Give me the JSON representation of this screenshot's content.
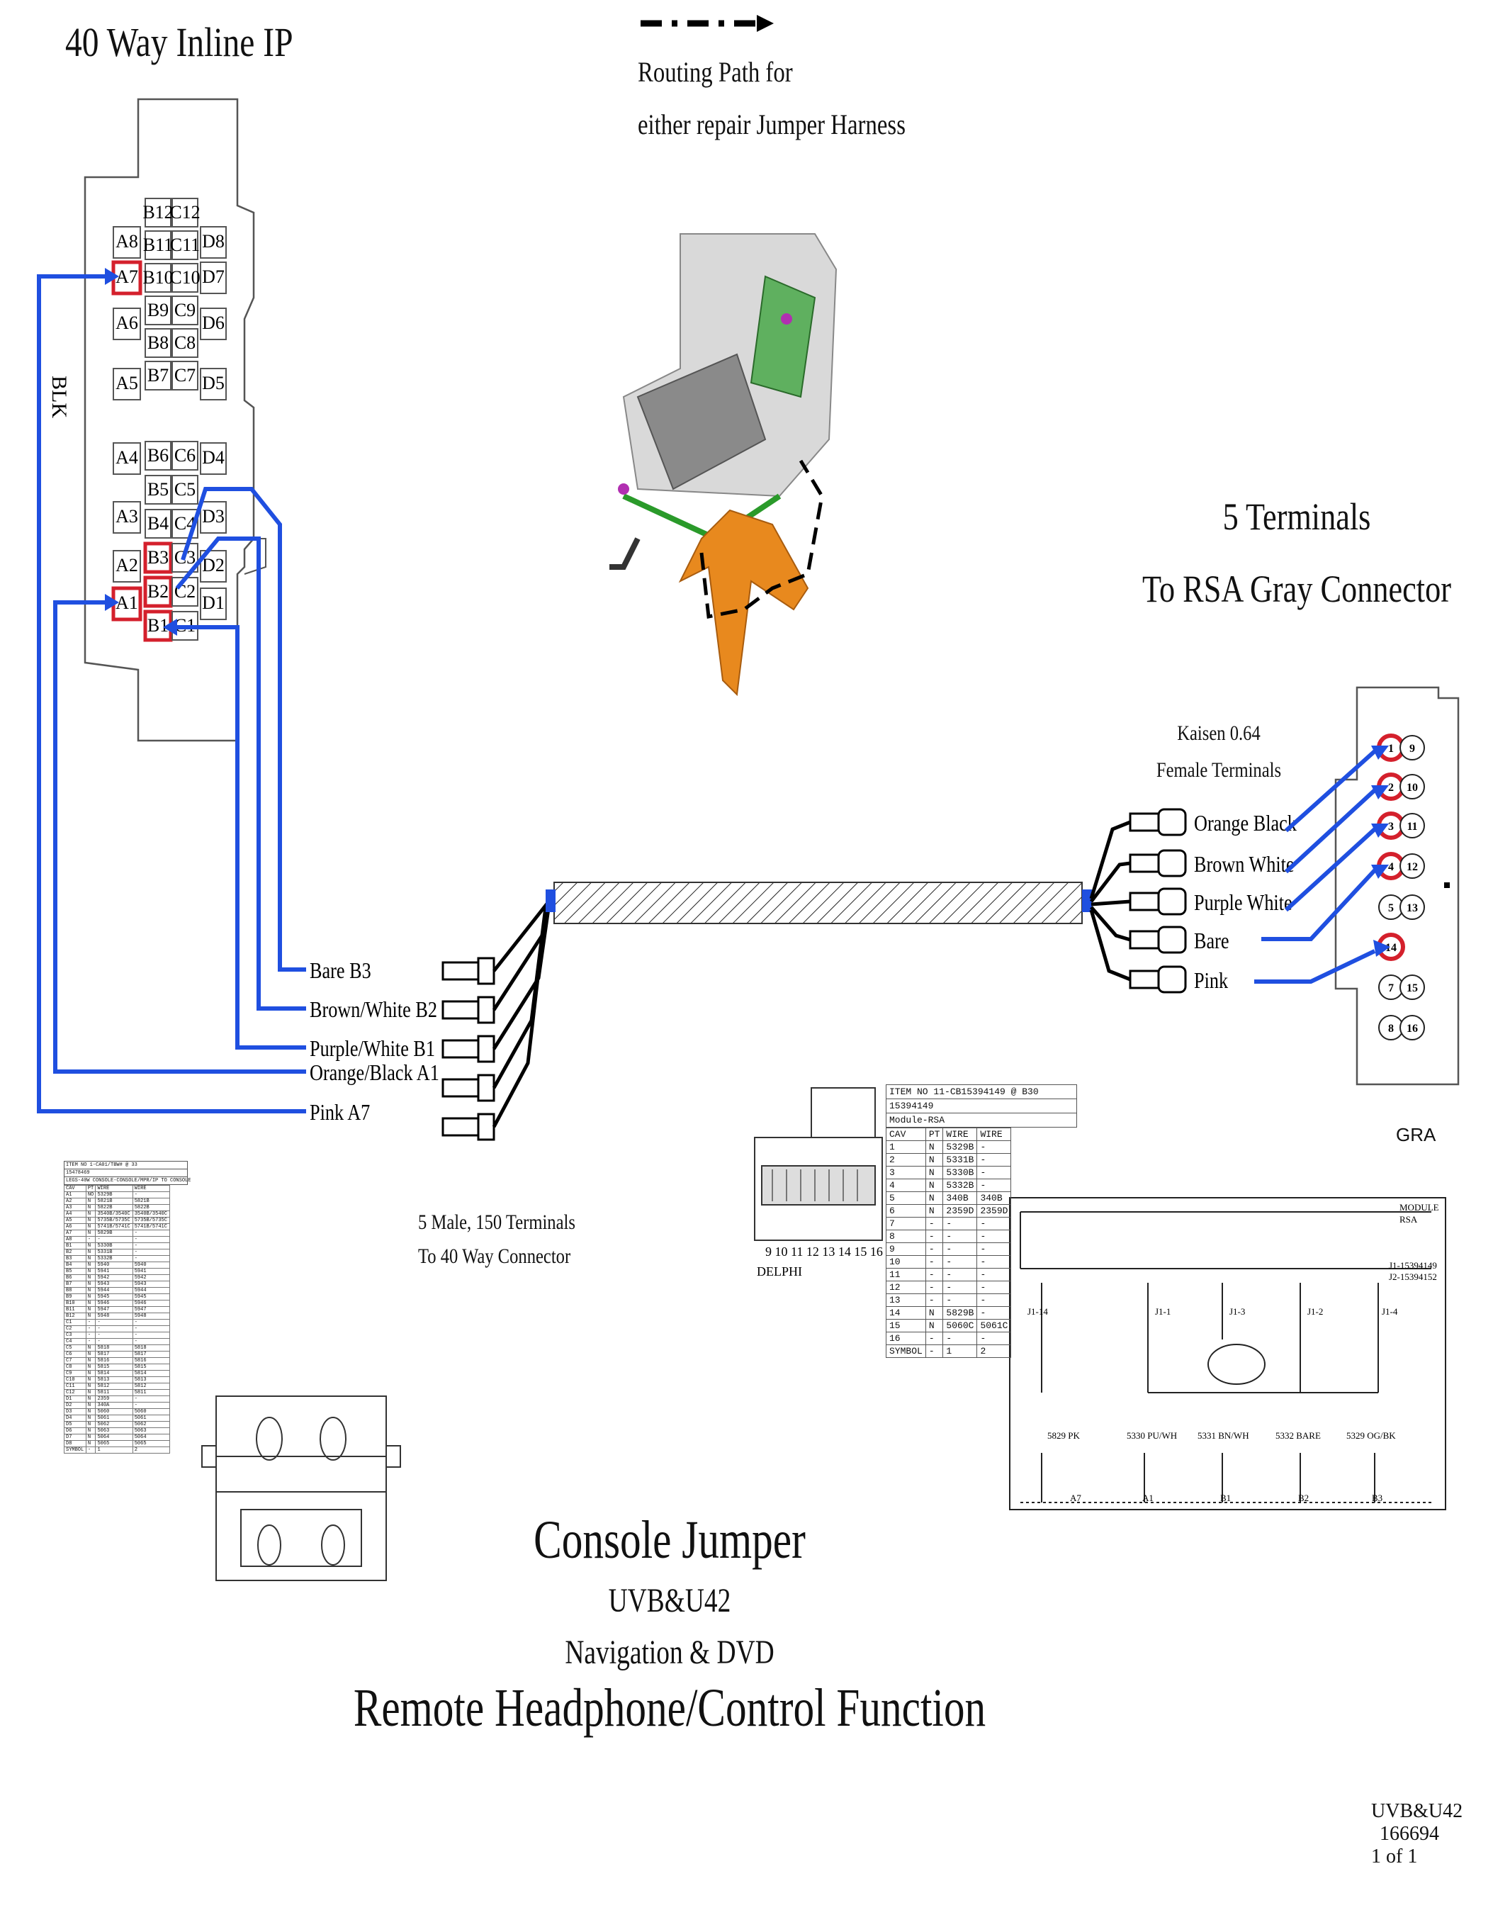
{
  "header": {
    "connector_title": "40 Way Inline IP",
    "legend_text_1": "Routing Path for",
    "legend_text_2": "either repair Jumper Harness"
  },
  "ip_connector": {
    "cavities_left": [
      "A8",
      "A7",
      "A6",
      "A5",
      "A4",
      "A3",
      "A2",
      "A1"
    ],
    "cavities_b": [
      "B12",
      "B11",
      "B10",
      "B9",
      "B8",
      "B7",
      "B6",
      "B5",
      "B4",
      "B3",
      "B2",
      "B1"
    ],
    "cavities_c": [
      "C12",
      "C11",
      "C10",
      "C9",
      "C8",
      "C7",
      "C6",
      "C5",
      "C4",
      "C3",
      "C2",
      "C1"
    ],
    "cavities_d": [
      "D8",
      "D7",
      "D6",
      "D5",
      "D4",
      "D3",
      "D2",
      "D1"
    ],
    "highlighted": [
      "A7",
      "A1",
      "B3",
      "B2",
      "B1"
    ],
    "side_label": "BLK"
  },
  "rsa_connector": {
    "title_1": "5 Terminals",
    "title_2": "To RSA Gray Connector",
    "terminal_note_1": "Kaisen 0.64",
    "terminal_note_2": "Female Terminals",
    "left_pins": [
      "1",
      "2",
      "3",
      "4",
      "5",
      "14",
      "7",
      "8"
    ],
    "right_pins": [
      "9",
      "10",
      "11",
      "12",
      "13",
      "15",
      "16"
    ],
    "highlighted": [
      "1",
      "2",
      "3",
      "4",
      "14"
    ],
    "color_label": "GRA"
  },
  "wires_left": [
    {
      "label": "Bare B3"
    },
    {
      "label": "Brown/White B2"
    },
    {
      "label": "Purple/White B1"
    },
    {
      "label": "Orange/Black A1"
    },
    {
      "label": "Pink A7"
    }
  ],
  "wires_right": [
    {
      "label": "Orange Black"
    },
    {
      "label": "Brown White"
    },
    {
      "label": "Purple White"
    },
    {
      "label": "Bare"
    },
    {
      "label": "Pink"
    }
  ],
  "male_note_1": "5 Male, 150 Terminals",
  "male_note_2": "To 40 Way Connector",
  "delphi": {
    "label": "DELPHI",
    "pin_numbers": "9 10 11 12 13 14 15 16"
  },
  "rsa_table": {
    "item": "ITEM NO 11-CB15394149 @ B30",
    "part": "15394149",
    "module": "Module-RSA",
    "headers": [
      "CAV",
      "PT",
      "WIRE",
      "WIRE"
    ],
    "rows": [
      [
        "1",
        "N",
        "5329B",
        "-"
      ],
      [
        "2",
        "N",
        "5331B",
        "-"
      ],
      [
        "3",
        "N",
        "5330B",
        "-"
      ],
      [
        "4",
        "N",
        "5332B",
        "-"
      ],
      [
        "5",
        "N",
        "340B",
        "340B"
      ],
      [
        "6",
        "N",
        "2359D",
        "2359D"
      ],
      [
        "7",
        "-",
        "-",
        "-"
      ],
      [
        "8",
        "-",
        "-",
        "-"
      ],
      [
        "9",
        "-",
        "-",
        "-"
      ],
      [
        "10",
        "-",
        "-",
        "-"
      ],
      [
        "11",
        "-",
        "-",
        "-"
      ],
      [
        "12",
        "-",
        "-",
        "-"
      ],
      [
        "13",
        "-",
        "-",
        "-"
      ],
      [
        "14",
        "N",
        "5829B",
        "-"
      ],
      [
        "15",
        "N",
        "5060C",
        "5061C"
      ],
      [
        "16",
        "-",
        "-",
        "-"
      ],
      [
        "SYMBOL",
        "-",
        "1",
        "2"
      ]
    ]
  },
  "schematic": {
    "module": "MODULE",
    "rsa": "RSA",
    "j1": "J1-15394149",
    "j2": "J2-15394152",
    "pins": [
      "J1-14",
      "J1-1",
      "J1-3",
      "J1-2",
      "J1-4"
    ],
    "wires": [
      "5829 PK",
      "5330 PU/WH",
      "5331 BN/WH",
      "5332 BARE",
      "5329 OG/BK"
    ],
    "bottom": [
      "A7",
      "A1",
      "B1",
      "B2",
      "B3"
    ]
  },
  "left_table": {
    "item": "ITEM NO 1-CA01/TBW# @ 33",
    "part": "15478469",
    "desc": "LEGS-40W CONSOLE-CONSOLE/MPR/IP TO CONSOLE",
    "headers": [
      "CAV",
      "PT",
      "WIRE",
      "WIRE"
    ],
    "rows": [
      [
        "A1",
        "NO",
        "5329B",
        "-"
      ],
      [
        "A2",
        "N",
        "5821B",
        "5821B"
      ],
      [
        "A3",
        "N",
        "5822B",
        "5822B"
      ],
      [
        "A4",
        "N",
        "3540B/3540C",
        "3540B/3540C"
      ],
      [
        "A5",
        "N",
        "5735B/5735C",
        "5735B/5735C"
      ],
      [
        "A6",
        "N",
        "5741B/5741C",
        "5741B/5741C"
      ],
      [
        "A7",
        "N",
        "5829B",
        "-"
      ],
      [
        "A8",
        "-",
        "-",
        "-"
      ],
      [
        "B1",
        "N",
        "5330B",
        "-"
      ],
      [
        "B2",
        "N",
        "5331B",
        "-"
      ],
      [
        "B3",
        "N",
        "5332B",
        "-"
      ],
      [
        "B4",
        "N",
        "5940",
        "5940"
      ],
      [
        "B5",
        "N",
        "5941",
        "5941"
      ],
      [
        "B6",
        "N",
        "5942",
        "5942"
      ],
      [
        "B7",
        "N",
        "5943",
        "5943"
      ],
      [
        "B8",
        "N",
        "5944",
        "5944"
      ],
      [
        "B9",
        "N",
        "5945",
        "5945"
      ],
      [
        "B10",
        "N",
        "5946",
        "5946"
      ],
      [
        "B11",
        "N",
        "5947",
        "5947"
      ],
      [
        "B12",
        "N",
        "5948",
        "5948"
      ],
      [
        "C1",
        "-",
        "-",
        "-"
      ],
      [
        "C2",
        "-",
        "-",
        "-"
      ],
      [
        "C3",
        "-",
        "-",
        "-"
      ],
      [
        "C4",
        "-",
        "-",
        "-"
      ],
      [
        "C5",
        "N",
        "5818",
        "5818"
      ],
      [
        "C6",
        "N",
        "5817",
        "5817"
      ],
      [
        "C7",
        "N",
        "5816",
        "5816"
      ],
      [
        "C8",
        "N",
        "5815",
        "5815"
      ],
      [
        "C9",
        "N",
        "5814",
        "5814"
      ],
      [
        "C10",
        "N",
        "5813",
        "5813"
      ],
      [
        "C11",
        "N",
        "5812",
        "5812"
      ],
      [
        "C12",
        "N",
        "5811",
        "5811"
      ],
      [
        "D1",
        "N",
        "2359",
        "-"
      ],
      [
        "D2",
        "N",
        "340A",
        "-"
      ],
      [
        "D3",
        "N",
        "5060",
        "5060"
      ],
      [
        "D4",
        "N",
        "5061",
        "5061"
      ],
      [
        "D5",
        "N",
        "5062",
        "5062"
      ],
      [
        "D6",
        "N",
        "5063",
        "5063"
      ],
      [
        "D7",
        "N",
        "5064",
        "5064"
      ],
      [
        "D8",
        "N",
        "5065",
        "5065"
      ],
      [
        "SYMBOL",
        "-",
        "1",
        "2"
      ]
    ]
  },
  "title": {
    "line1": "Console Jumper",
    "line2": "UVB&U42",
    "line3": "Navigation & DVD",
    "line4": "Remote Headphone/Control Function"
  },
  "footer": {
    "line1": "UVB&U42",
    "line2": "166694",
    "line3": "1 of 1"
  },
  "colors": {
    "wire_blue": "#1f4fe0",
    "highlight_red": "#d4202c",
    "harness_green": "#2a9a2a",
    "bracket_orange": "#e8891e"
  }
}
